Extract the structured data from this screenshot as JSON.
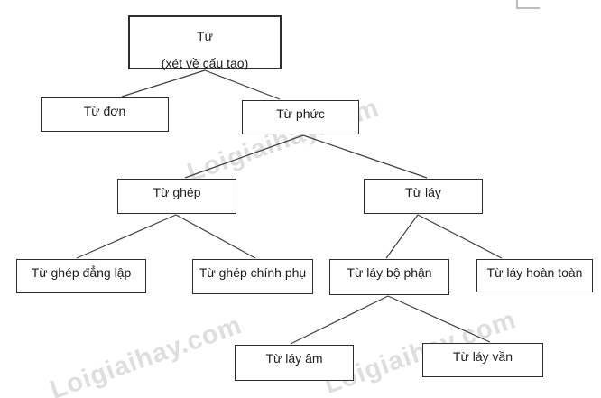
{
  "diagram": {
    "type": "tree",
    "root": {
      "title": "Từ",
      "subtitle": "(xét về cấu tạo)"
    },
    "nodes": [
      {
        "id": "tu-don",
        "label": "Từ đơn",
        "parent": "root"
      },
      {
        "id": "tu-phuc",
        "label": "Từ phức",
        "parent": "root"
      },
      {
        "id": "tu-ghep",
        "label": "Từ ghép",
        "parent": "tu-phuc"
      },
      {
        "id": "tu-lay",
        "label": "Từ láy",
        "parent": "tu-phuc"
      },
      {
        "id": "tu-ghep-dang-lap",
        "label": "Từ ghép đẳng lập",
        "parent": "tu-ghep"
      },
      {
        "id": "tu-ghep-chinh-phu",
        "label": "Từ ghép chính phụ",
        "parent": "tu-ghep"
      },
      {
        "id": "tu-lay-bo-phan",
        "label": "Từ láy bộ phận",
        "parent": "tu-lay"
      },
      {
        "id": "tu-lay-hoan-toan",
        "label": "Từ láy hoàn toàn",
        "parent": "tu-lay"
      },
      {
        "id": "tu-lay-am",
        "label": "Từ láy âm",
        "parent": "tu-lay-bo-phan"
      },
      {
        "id": "tu-lay-van",
        "label": "Từ láy vần",
        "parent": "tu-lay-bo-phan"
      }
    ],
    "colors": {
      "line": "#404040",
      "border": "#2d2d2d",
      "text": "#1c1c1c",
      "corner_mark": "#a9a9a9"
    }
  },
  "watermark": {
    "text": "Loigiaihay.com",
    "color": "#dedede"
  }
}
